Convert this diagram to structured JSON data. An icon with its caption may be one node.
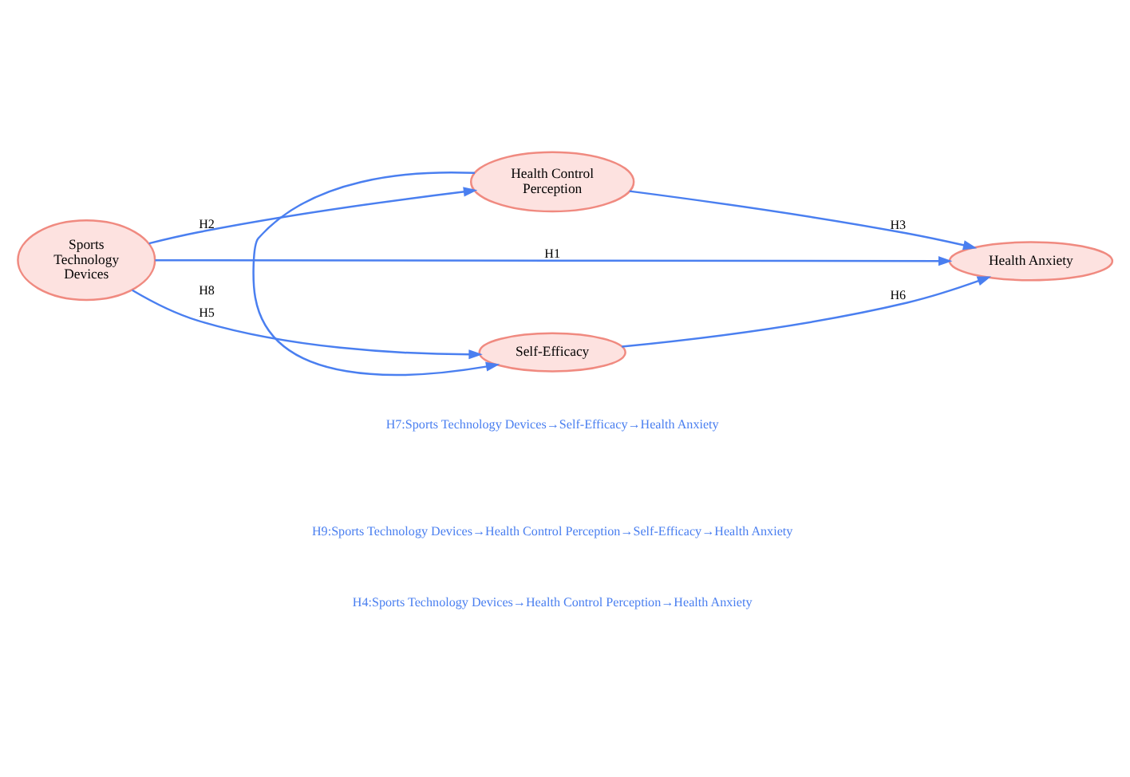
{
  "diagram": {
    "nodes": [
      {
        "text": [
          "Sports Technology Devices"
        ]
      },
      {
        "text": [
          "Health Control Perception"
        ]
      },
      {
        "text": [
          "Health Anxiety"
        ]
      },
      {
        "text": [
          "Self-Efficacy"
        ]
      }
    ],
    "edges": [
      {
        "from": 0,
        "to": 1,
        "arrow": "to",
        "label": "H2"
      },
      {
        "from": 1,
        "to": 2,
        "arrow": "to",
        "label": "H3"
      },
      {
        "from": 0,
        "to": 2,
        "arrow": "to",
        "label": "H1"
      },
      {
        "from": 1,
        "to": 3,
        "arrow": "to",
        "label": "H8"
      },
      {
        "from": 0,
        "to": 3,
        "arrow": "to",
        "label": "H5"
      },
      {
        "from": 3,
        "to": 2,
        "arrow": "to",
        "label": "H6"
      }
    ],
    "labels": [
      "H4:Sports Technology Devices→Health Control Perception→Health Anxiety",
      "H7:Sports Technology Devices→Self-Efficacy→Health Anxiety",
      "H9:Sports Technology Devices→Health Control Perception→Self-Efficacy→Health Anxiety"
    ]
  }
}
